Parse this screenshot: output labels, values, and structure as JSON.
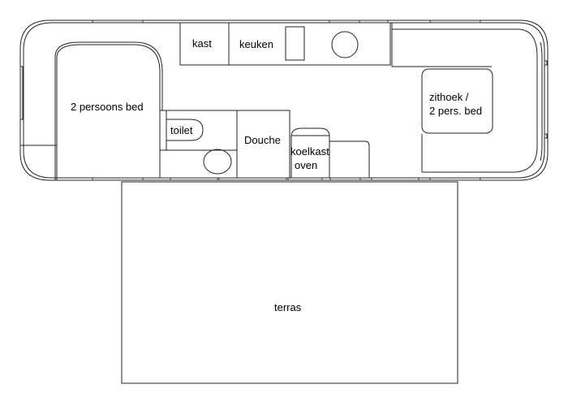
{
  "floorplan": {
    "rooms": {
      "bed": "2 persoons bed",
      "kast": "kast",
      "keuken": "keuken",
      "toilet": "toilet",
      "douche": "Douche",
      "koelkast": "koelkast",
      "oven": "oven",
      "zithoek_line1": "zithoek /",
      "zithoek_line2": "2 pers. bed",
      "terras": "terras"
    },
    "colors": {
      "line": "#222222",
      "window_fill": "#e8e8e8",
      "background": "#ffffff"
    }
  }
}
